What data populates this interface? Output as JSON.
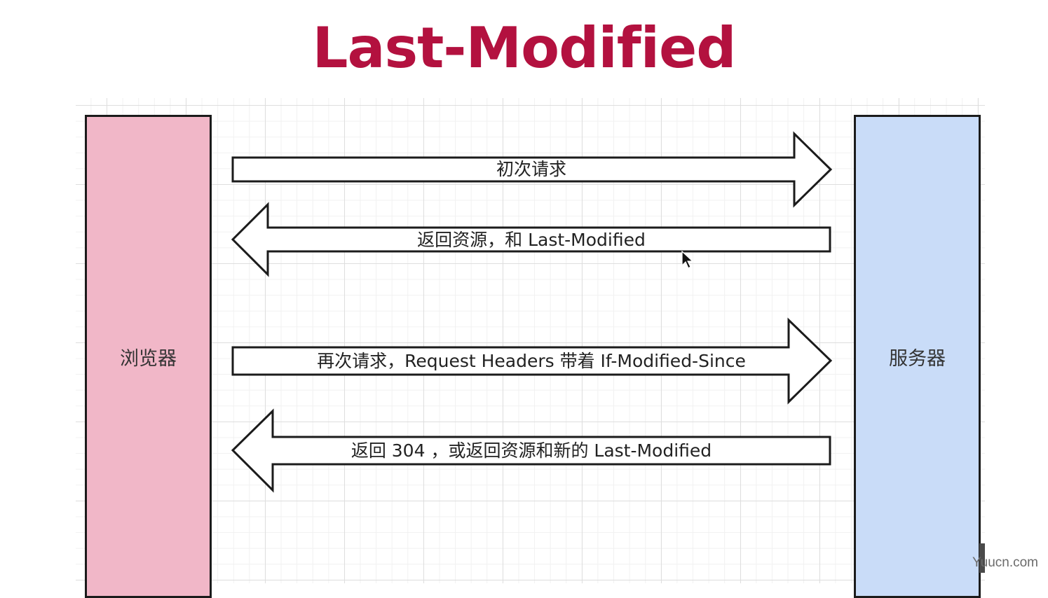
{
  "title": "Last-Modified",
  "actors": {
    "browser": "浏览器",
    "server": "服务器"
  },
  "messages": [
    {
      "text": "初次请求",
      "direction": "to-server"
    },
    {
      "text": "返回资源，和 Last-Modified",
      "direction": "to-browser"
    },
    {
      "text": "再次请求，Request Headers 带着 If-Modified-Since",
      "direction": "to-server"
    },
    {
      "text": "返回 304 ，或返回资源和新的 Last-Modified",
      "direction": "to-browser"
    }
  ],
  "watermark": "Yuucn.com",
  "colors": {
    "title": "#b3113f",
    "browser_fill": "#f1b7c8",
    "server_fill": "#c9dcf8"
  }
}
